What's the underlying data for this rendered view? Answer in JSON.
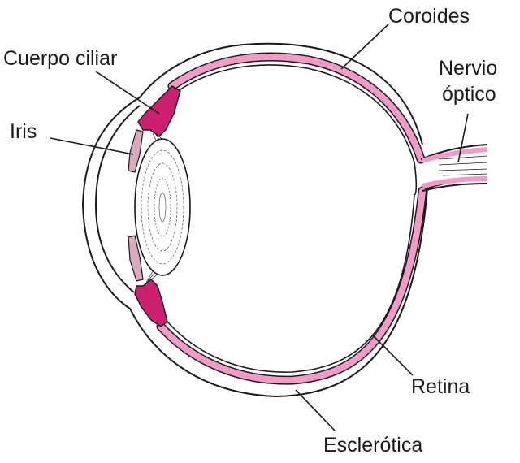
{
  "labels": {
    "coroides": "Coroides",
    "cuerpo_ciliar": "Cuerpo ciliar",
    "nervio": "Nervio",
    "optico": "óptico",
    "iris": "Iris",
    "retina": "Retina",
    "esclerotica": "Esclerótica"
  },
  "colors": {
    "choroid_pink": "#f29bc6",
    "ciliar_magenta": "#cc1f6e",
    "iris_pink": "#d9a9bd",
    "outline": "#1a1a1a"
  }
}
